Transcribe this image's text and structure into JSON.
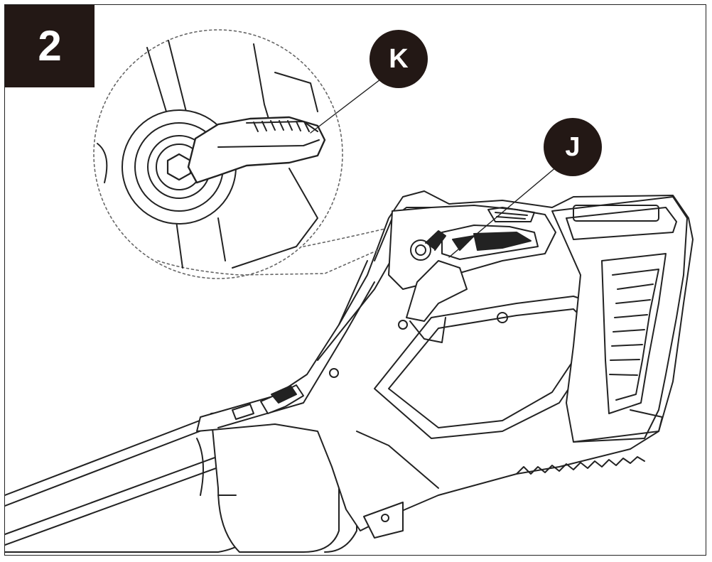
{
  "step": {
    "number": "2"
  },
  "callouts": [
    {
      "id": "K",
      "label": "K"
    },
    {
      "id": "J",
      "label": "J"
    }
  ],
  "colors": {
    "ink": "#231815",
    "line": "#222222",
    "background": "#ffffff"
  }
}
